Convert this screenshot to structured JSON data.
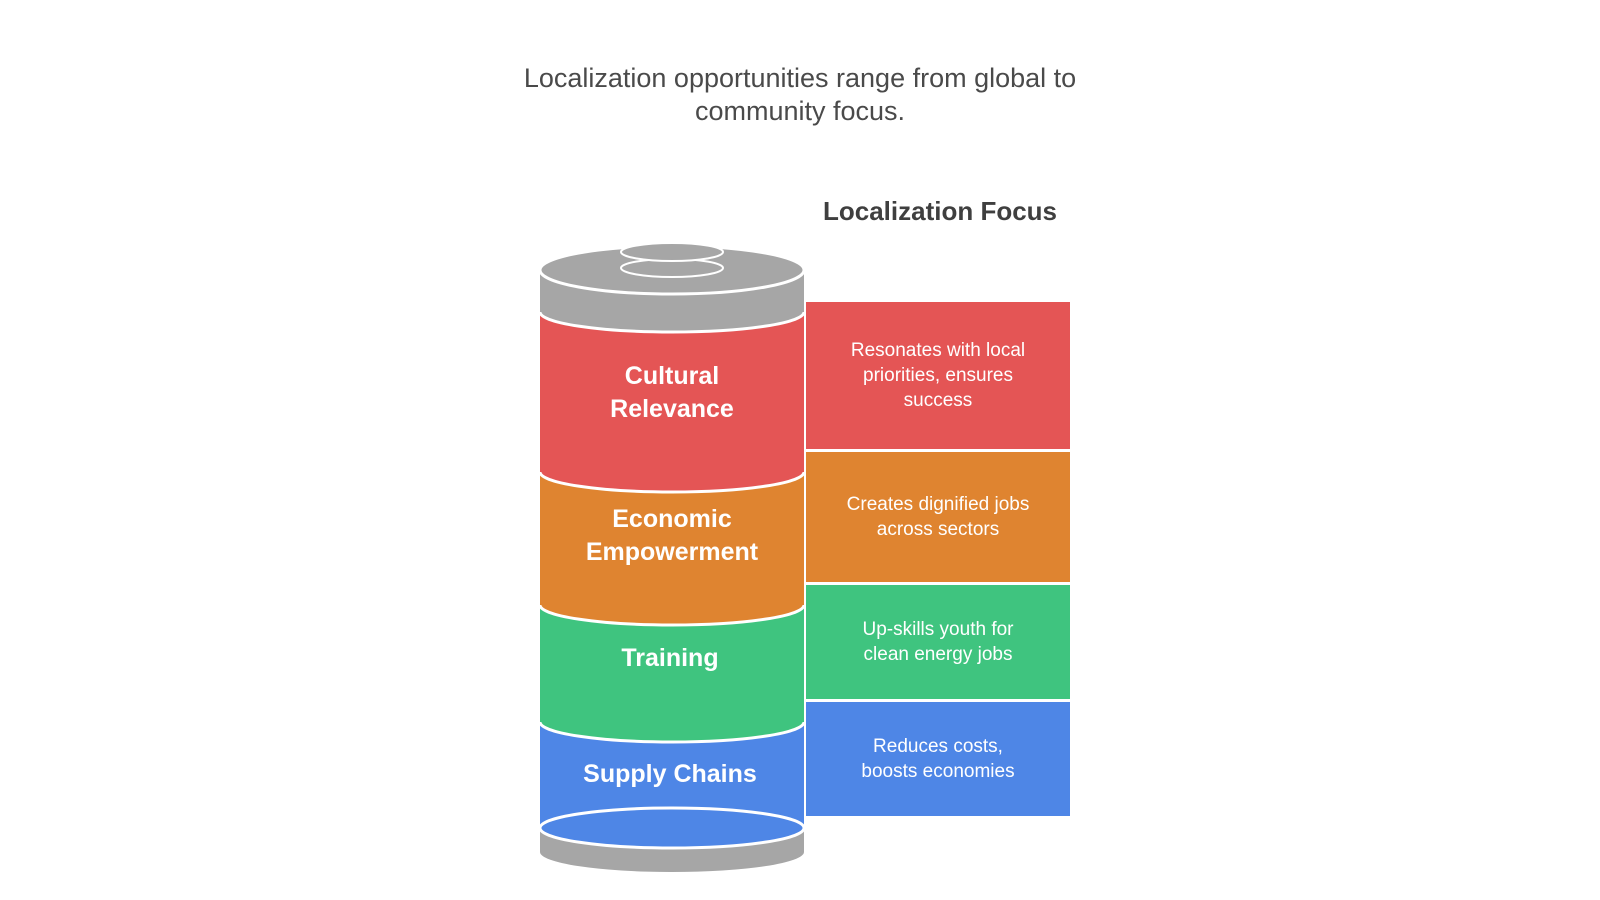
{
  "title": "Localization opportunities range from global to community focus.",
  "focus_heading": "Localization Focus",
  "colors": {
    "cap_gray": "#a6a6a6",
    "cap_gray_light": "#bdbdbd",
    "cultural": "#e45555",
    "economic": "#df8430",
    "training": "#3fc47f",
    "supply": "#4e86e6"
  },
  "segments": [
    {
      "label": "Cultural Relevance",
      "description": "Resonates with local priorities, ensures success"
    },
    {
      "label": "Economic Empowerment",
      "description": "Creates dignified jobs across sectors"
    },
    {
      "label": "Training",
      "description": "Up-skills youth for clean energy jobs"
    },
    {
      "label": "Supply Chains",
      "description": "Reduces costs, boosts economies"
    }
  ]
}
